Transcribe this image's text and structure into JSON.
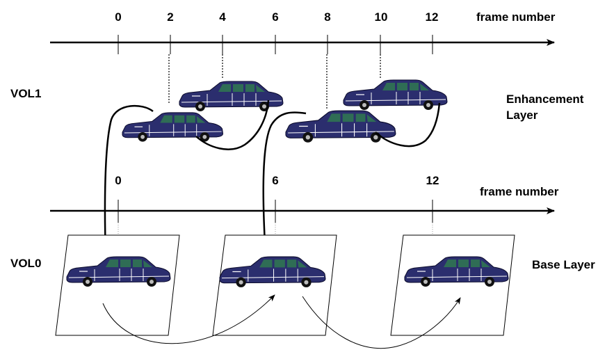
{
  "top_axis": {
    "label": "frame number",
    "ticks": [
      "0",
      "2",
      "4",
      "6",
      "8",
      "10",
      "12"
    ]
  },
  "bottom_axis": {
    "label": "frame number",
    "ticks": [
      "0",
      "6",
      "12"
    ]
  },
  "layers": {
    "enhancement": {
      "vol": "VOL1",
      "name_line1": "Enhancement",
      "name_line2": "Layer"
    },
    "base": {
      "vol": "VOL0",
      "name": "Base Layer"
    }
  },
  "colors": {
    "car_body": "#2b2e6e",
    "car_window": "#2f6d55",
    "line": "#000000"
  },
  "icons": [
    "limousine-icon"
  ]
}
